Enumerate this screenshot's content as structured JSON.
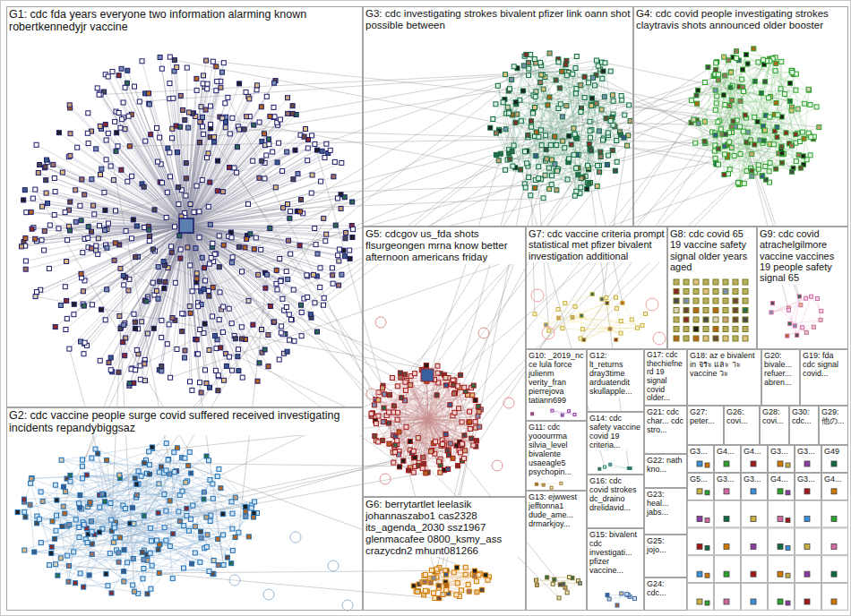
{
  "diagram": {
    "nodes": [
      {
        "text": [
          "G1: cdc fda years everyone two information alarming known robertkennedyjr vaccine"
        ]
      },
      {
        "text": [
          "G2: cdc vaccine people surge covid suffered received investigating incidents repandybiggsaz"
        ]
      },
      {
        "text": [
          "G3: cdc investigating strokes bivalent pfizer link oann shot possible between"
        ]
      },
      {
        "text": [
          "G4: cdc covid people investigating strokes claytravis shots announced older booster"
        ]
      },
      {
        "text": [
          "G5: cdcgov us_fda shots flsurgeongen mrna know better afternoon americans friday"
        ]
      },
      {
        "text": [
          "G6: berrytartlet leelasik johannaszabo1 cas2328 its_agenda_2030 ssz1967 glenmacafee 0800_ksmy_ass crazycdn2 mhunt081266"
        ]
      },
      {
        "text": [
          "G7: cdc vaccine criteria prompt statistical met pfizer bivalent investigation additional"
        ]
      },
      {
        "text": [
          "G8: cdc covid 65 19 vaccine safety signal older years aged"
        ]
      },
      {
        "text": [
          "G9: cdc covid atrachelgilmore vaccine vaccines 19 people safety signal 65"
        ]
      },
      {
        "text": [
          "G10: _2019_nc ce lula force julienm verity_fran pierrejova tatiann699"
        ]
      },
      {
        "text": [
          "G11: cdc yooourrma silvia_level bivalente usaeagle5 psychopin..."
        ]
      },
      {
        "text": [
          "G12: lt_returns dray3time arduatendit skullapple..."
        ]
      },
      {
        "text": [
          "G13: ejwwest jefftonna1 dude_ame... drmarkjoy..."
        ]
      },
      {
        "text": [
          "G14: cdc safety vaccine covid 19 criteria..."
        ]
      },
      {
        "text": [
          "G15: bivalent cdc investigati... pfizer vaccine..."
        ]
      },
      {
        "text": [
          "G16: cdc covid strokes dc_draino drelidavid..."
        ]
      },
      {
        "text": [
          "G17: cdc thechiefnerd 19 signal covid older..."
        ]
      },
      {
        "text": [
          "G18: az e bivalent in จระ และ าะ vaccine วะ"
        ]
      },
      {
        "text": [
          "G19: fda cdc signal covid..."
        ]
      },
      {
        "text": [
          "G20: bivale... refuer... abren..."
        ]
      },
      {
        "text": [
          "G21: cdc char... cdc stro..."
        ]
      },
      {
        "text": [
          "G22: nath kno..."
        ]
      },
      {
        "text": [
          "G23: heal... jabs..."
        ]
      },
      {
        "text": [
          "G24: cdc..."
        ]
      },
      {
        "text": [
          "G25: jojo..."
        ]
      },
      {
        "text": [
          "G26: covi..."
        ]
      },
      {
        "text": [
          "G27: peter..."
        ]
      },
      {
        "text": [
          "G28: covi..."
        ]
      },
      {
        "text": [
          "G29: 他の..."
        ]
      },
      {
        "text": [
          "G30: cdc..."
        ]
      },
      {
        "text": [
          "G3..."
        ]
      },
      {
        "text": [
          "G4..."
        ]
      },
      {
        "text": [
          "G4..."
        ]
      },
      {
        "text": [
          "G3..."
        ]
      },
      {
        "text": [
          "G3..."
        ]
      },
      {
        "text": [
          "G49"
        ]
      },
      {
        "text": [
          "G5..."
        ]
      },
      {
        "text": [
          "G3..."
        ]
      },
      {
        "text": [
          "G3..."
        ]
      },
      {
        "text": [
          "G4..."
        ]
      },
      {
        "text": [
          "G3..."
        ]
      },
      {
        "text": [
          "G4..."
        ]
      }
    ]
  }
}
